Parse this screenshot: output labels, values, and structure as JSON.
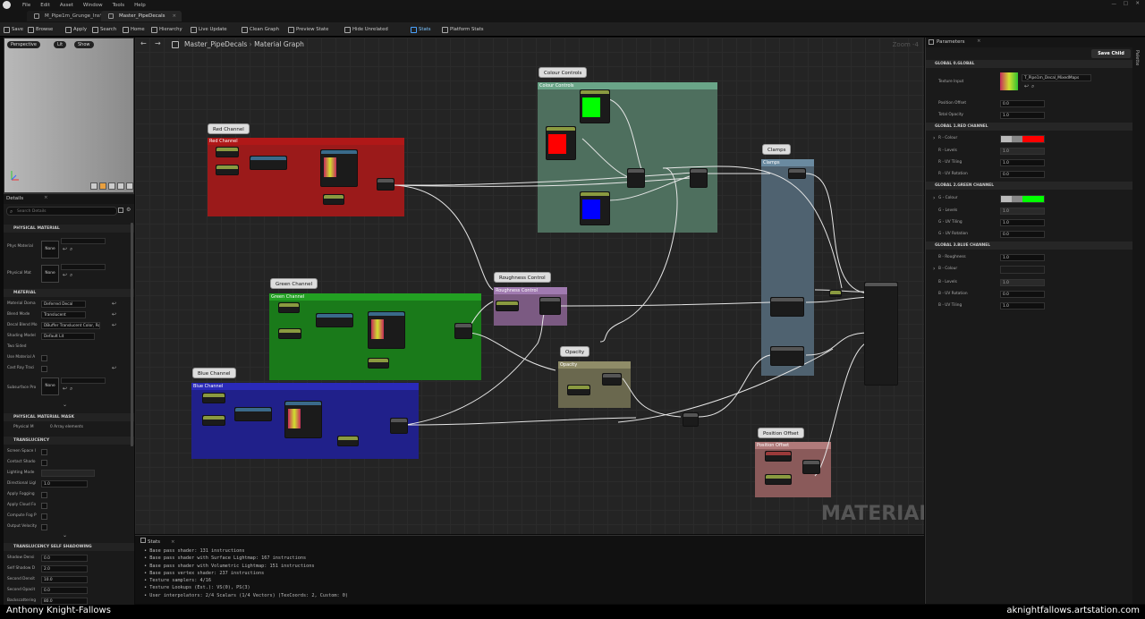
{
  "menu": {
    "items": [
      "File",
      "Edit",
      "Asset",
      "Window",
      "Tools",
      "Help"
    ]
  },
  "tabs": [
    {
      "label": "M_Pipe1m_Grunge_Ins*"
    },
    {
      "label": "Master_PipeDecals"
    }
  ],
  "toolbar": {
    "items": [
      "Save",
      "Browse",
      "Apply",
      "Search",
      "Home",
      "Hierarchy",
      "Live Update",
      "Clean Graph",
      "Preview State",
      "Hide Unrelated",
      "Stats",
      "Platform Stats"
    ]
  },
  "viewport": {
    "buttons": [
      "Perspective",
      "Lit",
      "Show"
    ]
  },
  "details": {
    "title": "Details",
    "search_placeholder": "Search Details",
    "none_label": "None",
    "sections": [
      "PHYSICAL MATERIAL",
      "MATERIAL",
      "PHYSICAL MATERIAL MASK",
      "TRANSLUCENCY",
      "TRANSLUCENCY SELF SHADOWING"
    ],
    "physical": [
      {
        "label": "Phys Material"
      },
      {
        "label": "Physical Mat"
      }
    ],
    "material": [
      {
        "label": "Material Doma",
        "value": "Deferred Decal"
      },
      {
        "label": "Blend Mode",
        "value": "Translucent"
      },
      {
        "label": "Decal Blend Mo",
        "value": "DBuffer Translucent Color, Rough"
      },
      {
        "label": "Shading Model",
        "value": "Default Lit"
      },
      {
        "label": "Two Sided"
      },
      {
        "label": "Use Material A"
      },
      {
        "label": "Cast Ray Traci"
      },
      {
        "label": "Subsurface Pro"
      }
    ],
    "mask": {
      "label": "Physical M",
      "value": "0 Array elements"
    },
    "translucency": [
      {
        "label": "Screen Space I"
      },
      {
        "label": "Contact Shado"
      },
      {
        "label": "Lighting Mode"
      },
      {
        "label": "Directional Ligl",
        "value": "1.0"
      },
      {
        "label": "Apply Fogging"
      },
      {
        "label": "Apply Cloud Fo"
      },
      {
        "label": "Compute Fog P"
      },
      {
        "label": "Output Velocity"
      }
    ],
    "shadowing": [
      {
        "label": "Shadow Densi",
        "value": "0.0"
      },
      {
        "label": "Self Shadow D",
        "value": "2.0"
      },
      {
        "label": "Second Densit",
        "value": "10.0"
      },
      {
        "label": "Second Opacit",
        "value": "0.0"
      },
      {
        "label": "Backscattering",
        "value": "80.0"
      }
    ]
  },
  "graph": {
    "breadcrumb": [
      "Master_PipeDecals",
      "Material Graph"
    ],
    "zoom": "Zoom -4",
    "watermark": "MATERIAL",
    "comments": [
      {
        "bubble": "Red Channel",
        "header": "Red Channel",
        "color": "#9b1a1a",
        "header_color": "#b01818"
      },
      {
        "bubble": "Colour Controls",
        "header": "Colour Controls",
        "color": "#4e6f5e",
        "header_color": "#6aa588"
      },
      {
        "bubble": "Clamps",
        "header": "Clamps",
        "color": "#4f6270",
        "header_color": "#6a8aa0"
      },
      {
        "bubble": "Green Channel",
        "header": "Green Channel",
        "color": "#1a7a1a",
        "header_color": "#22a022"
      },
      {
        "bubble": "Roughness Control",
        "header": "Roughness Control",
        "color": "#7b5a82",
        "header_color": "#a07ab0"
      },
      {
        "bubble": "Opacity",
        "header": "Opacity",
        "color": "#6a684e",
        "header_color": "#8f8c68"
      },
      {
        "bubble": "Blue Channel",
        "header": "Blue Channel",
        "color": "#20208a",
        "header_color": "#2a2ab8"
      },
      {
        "bubble": "Position Offset",
        "header": "Position Offset",
        "color": "#8a5a5a",
        "header_color": "#b07a7a"
      }
    ]
  },
  "stats": {
    "title": "Stats",
    "lines": [
      "Base pass shader: 131 instructions",
      "Base pass shader with Surface Lightmap: 167 instructions",
      "Base pass shader with Volumetric Lightmap: 151 instructions",
      "Base pass vertex shader: 237 instructions",
      "Texture samplers: 4/16",
      "Texture Lookups (Est.): VS(0), PS(3)",
      "User interpolators: 2/4 Scalars (1/4 Vectors) (TexCoords: 2, Custom: 0)"
    ]
  },
  "parameters": {
    "title": "Parameters",
    "save_child": "Save Child",
    "palette_label": "Palette",
    "texture_value": "T_Pipe1m_Decal_MixedMaps",
    "sections": [
      {
        "title": "GLOBAL 0.GLOBAL",
        "rows": [
          {
            "label": "Texture Input"
          },
          {
            "label": "Position Offset",
            "value": "0.0"
          },
          {
            "label": "Total Opacity",
            "value": "1.0"
          }
        ]
      },
      {
        "title": "GLOBAL 1.RED CHANNEL",
        "rows": [
          {
            "label": "R - Colour",
            "swatch": "#ff0000"
          },
          {
            "label": "R - Levels",
            "value": "1.0"
          },
          {
            "label": "R - UV Tiling",
            "value": "1.0"
          },
          {
            "label": "R - UV Rotation",
            "value": "0.0"
          }
        ]
      },
      {
        "title": "GLOBAL 2.GREEN CHANNEL",
        "rows": [
          {
            "label": "G - Colour",
            "swatch": "#00ff00"
          },
          {
            "label": "G - Levels",
            "value": "1.0"
          },
          {
            "label": "G - UV Tiling",
            "value": "1.0"
          },
          {
            "label": "G - UV Rotation",
            "value": "0.0"
          }
        ]
      },
      {
        "title": "GLOBAL 3.BLUE CHANNEL",
        "rows": [
          {
            "label": "B - Roughness",
            "value": "1.0"
          },
          {
            "label": "B - Colour",
            "swatch": "#0000ff"
          },
          {
            "label": "B - Levels",
            "value": "1.0"
          },
          {
            "label": "B - UV Rotation",
            "value": "0.0"
          },
          {
            "label": "B - UV Tiling",
            "value": "1.0"
          }
        ]
      }
    ]
  },
  "footer": {
    "left": "Anthony Knight-Fallows",
    "right": "aknightfallows.artstation.com"
  }
}
